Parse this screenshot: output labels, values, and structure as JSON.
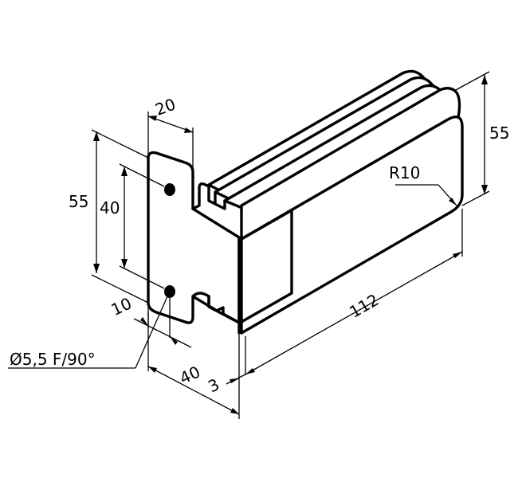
{
  "dimensions": {
    "width_top": "20",
    "height_outer": "55",
    "hole_spacing": "40",
    "hole_offset": "10",
    "hole_spec": "Ø5,5 F/90°",
    "depth": "40",
    "plate_gap": "3",
    "length": "112",
    "corner_radius": "R10",
    "height_right": "55"
  },
  "colors": {
    "line": "#000000",
    "background": "#ffffff"
  }
}
